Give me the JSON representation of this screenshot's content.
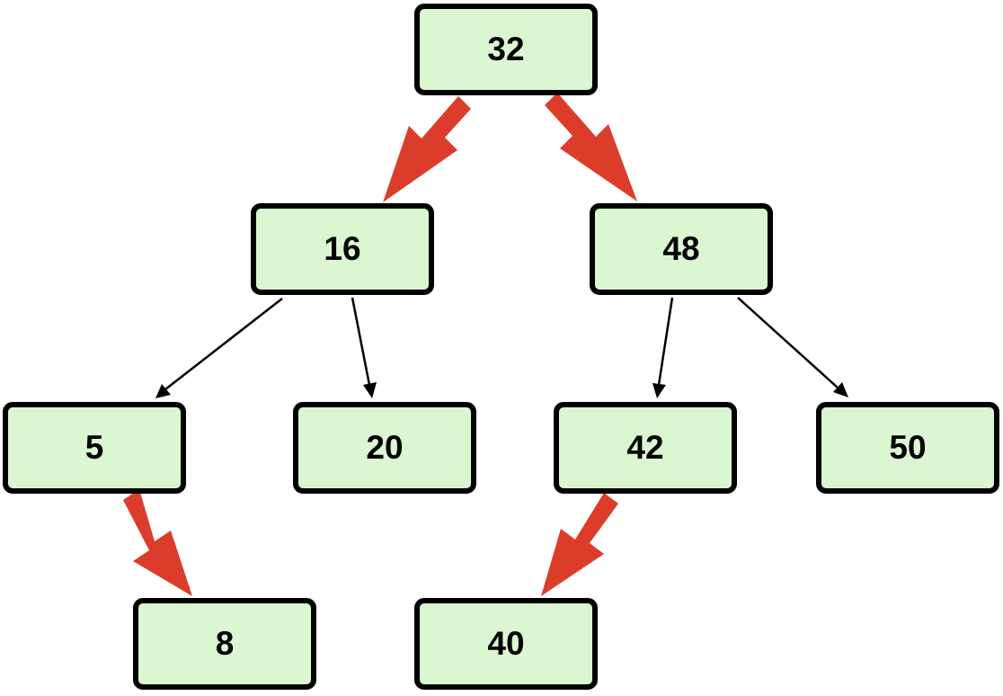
{
  "colors": {
    "node_fill": "#dbf7d1",
    "node_border": "#000000",
    "highlight_edge": "#db3d2a",
    "normal_edge": "#000000"
  },
  "nodes": {
    "n32": "32",
    "n16": "16",
    "n48": "48",
    "n5": "5",
    "n20": "20",
    "n42": "42",
    "n50": "50",
    "n8": "8",
    "n40": "40"
  },
  "edges": [
    {
      "from": "32",
      "to": "16",
      "highlighted": true
    },
    {
      "from": "32",
      "to": "48",
      "highlighted": true
    },
    {
      "from": "16",
      "to": "5",
      "highlighted": false
    },
    {
      "from": "16",
      "to": "20",
      "highlighted": false
    },
    {
      "from": "48",
      "to": "42",
      "highlighted": false
    },
    {
      "from": "48",
      "to": "50",
      "highlighted": false
    },
    {
      "from": "5",
      "to": "8",
      "highlighted": true
    },
    {
      "from": "42",
      "to": "40",
      "highlighted": true
    }
  ]
}
